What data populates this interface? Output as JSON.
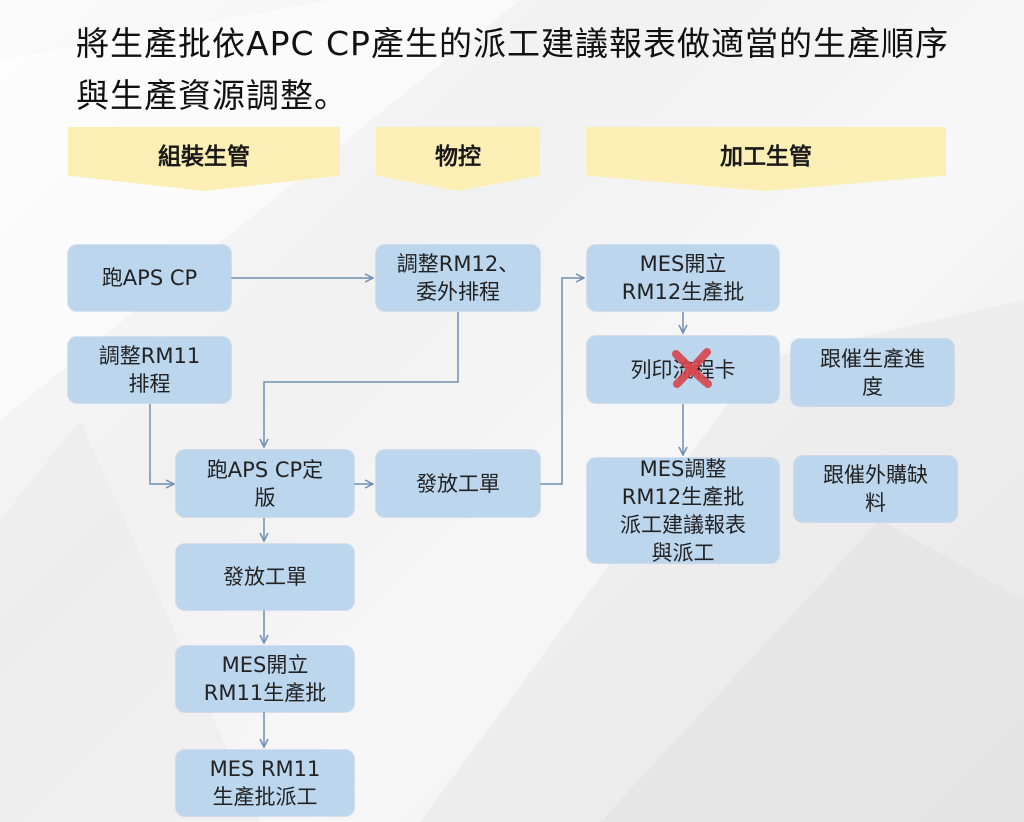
{
  "title": "將生產批依APC CP產生的派工建議報表做適當的生產順序與生產資源調整。",
  "headers": {
    "assembly": "組裝生管",
    "material": "物控",
    "machining": "加工生管"
  },
  "boxes": {
    "run_aps_cp": "跑APS CP",
    "adjust_rm11": "調整RM11\n排程",
    "adjust_rm12": "調整RM12、\n委外排程",
    "run_aps_final": "跑APS CP定\n版",
    "release_order_mc": "發放工單",
    "release_order_asm": "發放工單",
    "mes_open_rm11": "MES開立\nRM11生產批",
    "mes_rm11_dispatch": "MES  RM11\n生產批派工",
    "mes_open_rm12": "MES開立\nRM12生產批",
    "print_card": "列印流程卡",
    "follow_progress": "跟催生產進\n度",
    "mes_adjust_rm12": "MES調整\nRM12生產批\n派工建議報表\n與派工",
    "follow_outsource": "跟催外購缺\n料"
  },
  "colors": {
    "header_fill": "#fcefb6",
    "box_fill": "#bcd6ee",
    "arrow": "#6f8fb3",
    "cross_mark": "#d9454a"
  }
}
